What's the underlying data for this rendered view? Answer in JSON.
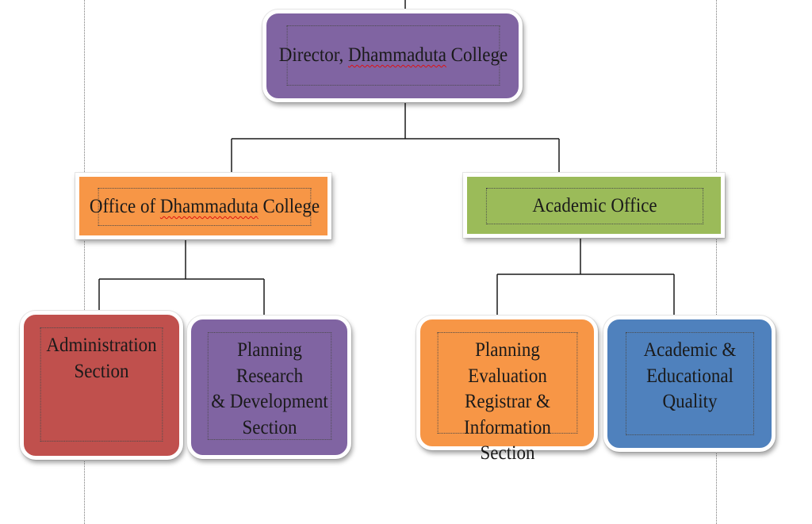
{
  "chart": {
    "colors": {
      "purple": "#8064a2",
      "orange": "#f79646",
      "green": "#9bbb59",
      "red": "#c0504d",
      "blue": "#4f81bd"
    },
    "nodes": {
      "director": {
        "prefix": "Director, ",
        "mark": "Dhammaduta",
        "suffix": " College"
      },
      "office": {
        "prefix": "Office of ",
        "mark": "Dhammaduta",
        "suffix": " College"
      },
      "academic": {
        "label": "Academic Office"
      },
      "admin": {
        "label": "Administration\nSection"
      },
      "planning_rd": {
        "label": "Planning Research\n& Development\nSection"
      },
      "planning_ev": {
        "label": "Planning Evaluation\nRegistrar &\nInformation Section"
      },
      "quality": {
        "label": "Academic &\nEducational Quality"
      }
    }
  }
}
